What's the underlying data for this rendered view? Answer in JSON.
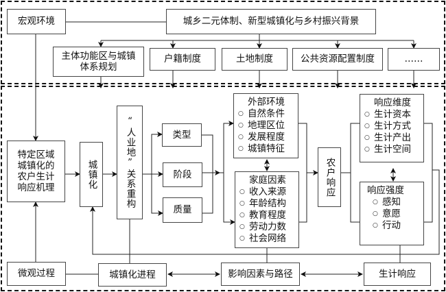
{
  "diagram": {
    "macro": {
      "label": "宏观环境",
      "background": "城乡二元体制、新型城镇化与乡村振兴背景",
      "policies": [
        {
          "label": "主体功能区与城镇体系规划"
        },
        {
          "label": "户籍制度"
        },
        {
          "label": "土地制度"
        },
        {
          "label": "公共资源配置制度"
        },
        {
          "label": "……"
        }
      ]
    },
    "mechanism": {
      "label": "特定区域城镇化的农户生计响应机理",
      "urbanization": "城镇化",
      "restructure": "“人业地”关系重构",
      "aspects": [
        "类型",
        "阶段",
        "质量"
      ],
      "external": {
        "title": "外部环境",
        "items": [
          "自然条件",
          "地理区位",
          "发展程度",
          "城镇特征"
        ]
      },
      "family": {
        "title": "家庭因素",
        "items": [
          "收入来源",
          "年龄结构",
          "教育程度",
          "劳动力数",
          "社会网络"
        ]
      },
      "response": "农户响应",
      "dimension": {
        "title": "响应维度",
        "items": [
          "生计资本",
          "生计方式",
          "生计产出",
          "生计空间"
        ]
      },
      "intensity": {
        "title": "响应强度",
        "items": [
          "感知",
          "意愿",
          "行动"
        ]
      }
    },
    "micro": {
      "label": "微观过程",
      "steps": [
        "城镇化进程",
        "影响因素与路径",
        "生计响应"
      ]
    },
    "bullet": "○"
  }
}
